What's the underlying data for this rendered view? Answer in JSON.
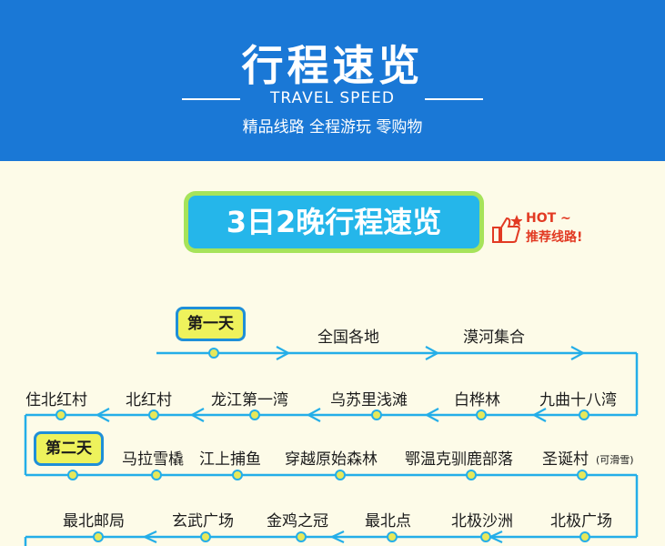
{
  "banner": {
    "title": "行程速览",
    "subtitle_en": "TRAVEL SPEED",
    "tagline": "精品线路 全程游玩 零购物",
    "bg_color": "#1a78d6"
  },
  "tag": {
    "label": "3日2晚行程速览",
    "hot": "HOT ~",
    "hot_sub": "推荐线路!"
  },
  "route": {
    "day1": "第一天",
    "day2": "第二天",
    "row1": [
      "全国各地",
      "漠河集合"
    ],
    "row2": [
      "住北红村",
      "北红村",
      "龙江第一湾",
      "乌苏里浅滩",
      "白桦林",
      "九曲十八湾"
    ],
    "row3": [
      "马拉雪橇",
      "江上捕鱼",
      "穿越原始森林",
      "鄂温克驯鹿部落",
      "圣诞村"
    ],
    "row3_note": "(可滑雪)",
    "row4": [
      "最北邮局",
      "玄武广场",
      "金鸡之冠",
      "最北点",
      "北极沙洲",
      "北极广场"
    ],
    "line_color": "#24aee8",
    "dot_color": "#e7e85a"
  }
}
